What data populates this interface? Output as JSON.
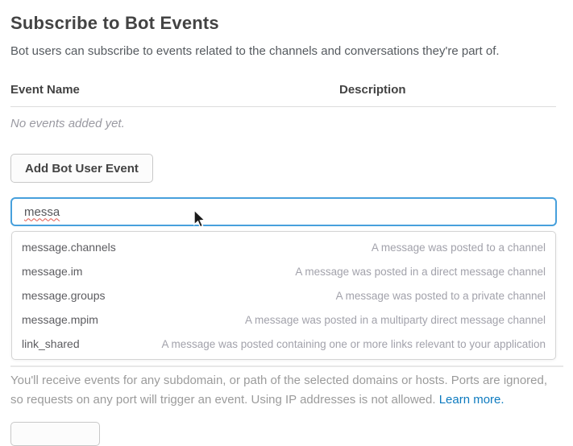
{
  "page": {
    "title": "Subscribe to Bot Events",
    "subtitle": "Bot users can subscribe to events related to the channels and conversations they're part of."
  },
  "table": {
    "columns": [
      "Event Name",
      "Description"
    ],
    "empty_message": "No events added yet."
  },
  "toolbar": {
    "add_event_label": "Add Bot User Event"
  },
  "search": {
    "value": "messa"
  },
  "dropdown": {
    "items": [
      {
        "name": "message.channels",
        "description": "A message was posted to a channel"
      },
      {
        "name": "message.im",
        "description": "A message was posted in a direct message channel"
      },
      {
        "name": "message.groups",
        "description": "A message was posted to a private channel"
      },
      {
        "name": "message.mpim",
        "description": "A message was posted in a multiparty direct message channel"
      },
      {
        "name": "link_shared",
        "description": "A message was posted containing one or more links relevant to your application"
      }
    ]
  },
  "footer": {
    "text": "You'll receive events for any subdomain, or path of the selected domains or hosts. Ports are ignored, so requests on any port will trigger an event. Using IP addresses is not allowed. ",
    "link_label": "Learn more."
  },
  "colors": {
    "focus_border_blue": "#47a0dc",
    "link_blue": "#0c7abf",
    "heading_gray": "#434343",
    "muted_gray": "#9b9b9b",
    "spellcheck_red": "#e2574c"
  }
}
